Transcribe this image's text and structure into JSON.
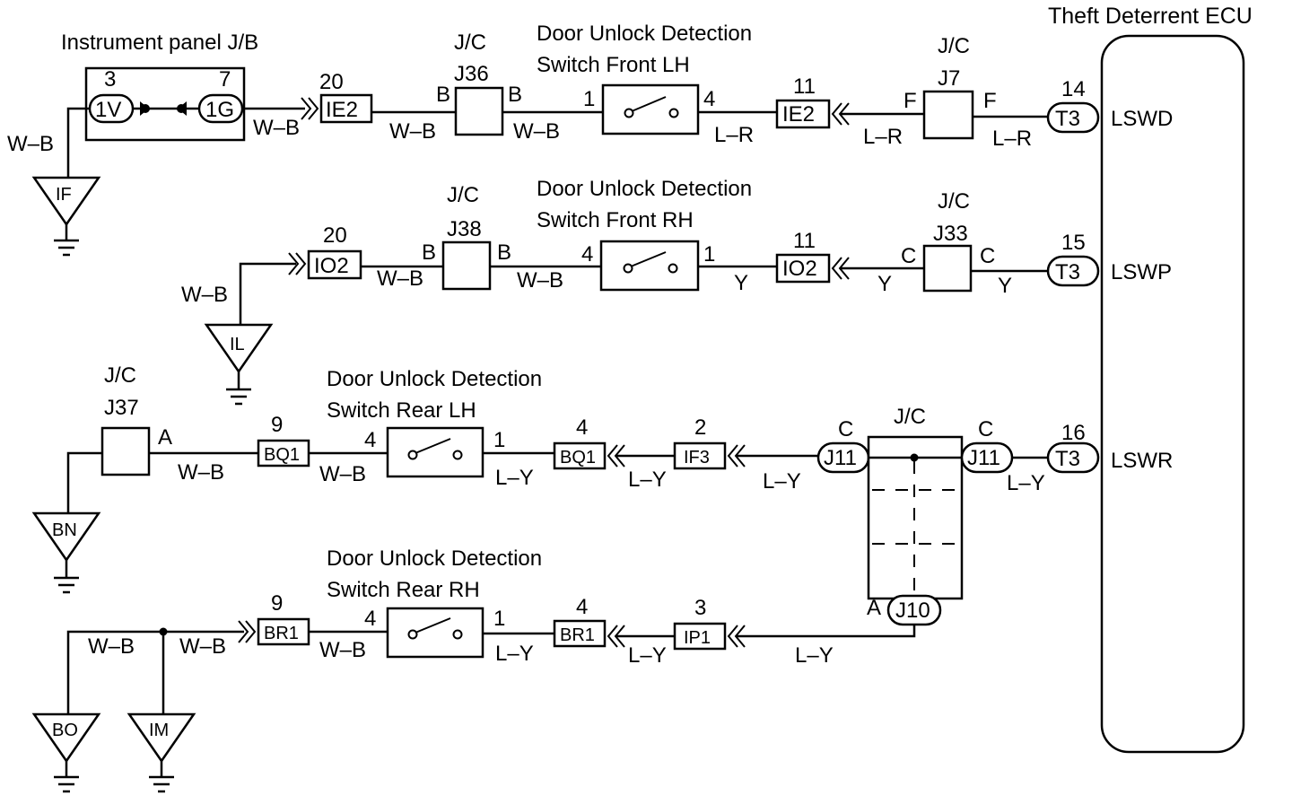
{
  "ecu": {
    "title": "Theft Deterrent ECU",
    "pins": [
      {
        "num": "14",
        "conn": "T3",
        "signal": "LSWD"
      },
      {
        "num": "15",
        "conn": "T3",
        "signal": "LSWP"
      },
      {
        "num": "16",
        "conn": "T3",
        "signal": "LSWR"
      }
    ]
  },
  "instrument_panel": {
    "title": "Instrument panel J/B",
    "left_num": "3",
    "left_conn": "1V",
    "right_num": "7",
    "right_conn": "1G"
  },
  "switches": {
    "front_lh": {
      "line1": "Door Unlock Detection",
      "line2": "Switch Front LH",
      "left_pin": "1",
      "right_pin": "4"
    },
    "front_rh": {
      "line1": "Door Unlock Detection",
      "line2": "Switch Front RH",
      "left_pin": "4",
      "right_pin": "1"
    },
    "rear_lh": {
      "line1": "Door Unlock Detection",
      "line2": "Switch Rear LH",
      "left_pin": "4",
      "right_pin": "1"
    },
    "rear_rh": {
      "line1": "Door Unlock Detection",
      "line2": "Switch Rear RH",
      "left_pin": "4",
      "right_pin": "1"
    }
  },
  "junctions": {
    "j36": {
      "title": "J/C",
      "name": "J36",
      "left": "B",
      "right": "B"
    },
    "j7": {
      "title": "J/C",
      "name": "J7",
      "left": "F",
      "right": "F"
    },
    "j38": {
      "title": "J/C",
      "name": "J38",
      "left": "B",
      "right": "B"
    },
    "j33": {
      "title": "J/C",
      "name": "J33",
      "left": "C",
      "right": "C"
    },
    "j37": {
      "title": "J/C",
      "name": "J37",
      "right": "A"
    },
    "j11": {
      "title": "J/C",
      "left_pin": "C",
      "left_conn": "J11",
      "right_pin": "C",
      "right_conn": "J11",
      "bottom_pin": "A",
      "bottom_conn": "J10"
    }
  },
  "connectors": {
    "ie2_left": {
      "num": "20",
      "name": "IE2"
    },
    "ie2_right": {
      "num": "11",
      "name": "IE2"
    },
    "io2_left": {
      "num": "20",
      "name": "IO2"
    },
    "io2_right": {
      "num": "11",
      "name": "IO2"
    },
    "bq1_left": {
      "num": "9",
      "name": "BQ1"
    },
    "bq1_right": {
      "num": "4",
      "name": "BQ1"
    },
    "if3": {
      "num": "2",
      "name": "IF3"
    },
    "br1_left": {
      "num": "9",
      "name": "BR1"
    },
    "br1_right": {
      "num": "4",
      "name": "BR1"
    },
    "ip1": {
      "num": "3",
      "name": "IP1"
    }
  },
  "grounds": [
    "IF",
    "IL",
    "BN",
    "BO",
    "IM"
  ],
  "wires": {
    "wb": "W–B",
    "lr": "L–R",
    "y": "Y",
    "ly": "L–Y"
  }
}
